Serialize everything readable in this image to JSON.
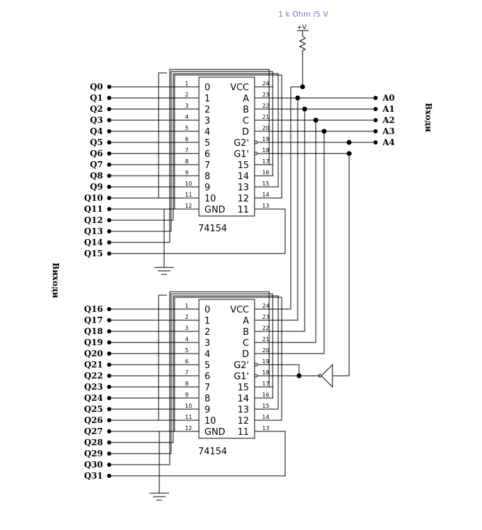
{
  "resistor_label": "1 k Ohm /5 V",
  "resistor_color": "#7b6fd6",
  "supply_label": "+V",
  "inputs_label": "Входи",
  "outputs_label": "Виходи",
  "address_inputs": [
    "A0",
    "A1",
    "A2",
    "A3",
    "A4"
  ],
  "chips": [
    {
      "name": "74154",
      "left_pins": [
        {
          "num": "1",
          "label": "0"
        },
        {
          "num": "2",
          "label": "1"
        },
        {
          "num": "3",
          "label": "2"
        },
        {
          "num": "4",
          "label": "3"
        },
        {
          "num": "5",
          "label": "4"
        },
        {
          "num": "6",
          "label": "5"
        },
        {
          "num": "7",
          "label": "6"
        },
        {
          "num": "8",
          "label": "7"
        },
        {
          "num": "9",
          "label": "8"
        },
        {
          "num": "10",
          "label": "9"
        },
        {
          "num": "11",
          "label": "10"
        },
        {
          "num": "12",
          "label": "GND"
        }
      ],
      "right_pins": [
        {
          "num": "24",
          "label": "VCC"
        },
        {
          "num": "23",
          "label": "A"
        },
        {
          "num": "22",
          "label": "B"
        },
        {
          "num": "21",
          "label": "C"
        },
        {
          "num": "20",
          "label": "D"
        },
        {
          "num": "19",
          "label": "G2'"
        },
        {
          "num": "18",
          "label": "G1'"
        },
        {
          "num": "17",
          "label": "15"
        },
        {
          "num": "16",
          "label": "14"
        },
        {
          "num": "15",
          "label": "13"
        },
        {
          "num": "14",
          "label": "12"
        },
        {
          "num": "13",
          "label": "11"
        }
      ],
      "outputs": [
        "Q0",
        "Q1",
        "Q2",
        "Q3",
        "Q4",
        "Q5",
        "Q6",
        "Q7",
        "Q8",
        "Q9",
        "Q10",
        "Q11",
        "Q12",
        "Q13",
        "Q14",
        "Q15"
      ]
    },
    {
      "name": "74154",
      "left_pins": [
        {
          "num": "1",
          "label": "0"
        },
        {
          "num": "2",
          "label": "1"
        },
        {
          "num": "3",
          "label": "2"
        },
        {
          "num": "4",
          "label": "3"
        },
        {
          "num": "5",
          "label": "4"
        },
        {
          "num": "6",
          "label": "5"
        },
        {
          "num": "7",
          "label": "6"
        },
        {
          "num": "8",
          "label": "7"
        },
        {
          "num": "9",
          "label": "8"
        },
        {
          "num": "10",
          "label": "9"
        },
        {
          "num": "11",
          "label": "10"
        },
        {
          "num": "12",
          "label": "GND"
        }
      ],
      "right_pins": [
        {
          "num": "24",
          "label": "VCC"
        },
        {
          "num": "23",
          "label": "A"
        },
        {
          "num": "22",
          "label": "B"
        },
        {
          "num": "21",
          "label": "C"
        },
        {
          "num": "20",
          "label": "D"
        },
        {
          "num": "19",
          "label": "G2'"
        },
        {
          "num": "18",
          "label": "G1'"
        },
        {
          "num": "17",
          "label": "15"
        },
        {
          "num": "16",
          "label": "14"
        },
        {
          "num": "15",
          "label": "13"
        },
        {
          "num": "14",
          "label": "12"
        },
        {
          "num": "13",
          "label": "11"
        }
      ],
      "outputs": [
        "Q16",
        "Q17",
        "Q18",
        "Q19",
        "Q20",
        "Q21",
        "Q22",
        "Q23",
        "Q24",
        "Q25",
        "Q26",
        "Q27",
        "Q28",
        "Q29",
        "Q30",
        "Q31"
      ]
    }
  ]
}
